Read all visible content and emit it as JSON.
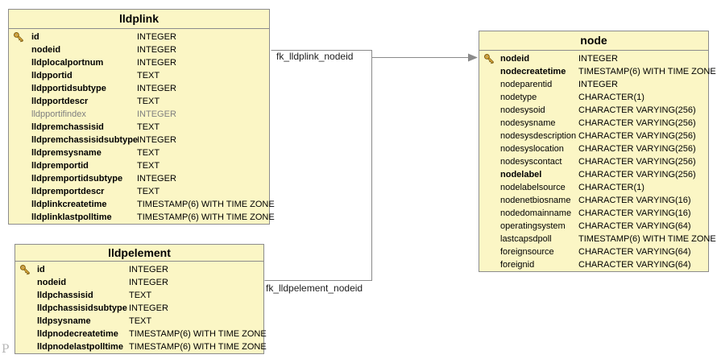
{
  "diagram": {
    "type": "entity-relationship",
    "background_color": "#ffffff",
    "table_fill_color": "#fbf6c5",
    "table_border_color": "#8c8c8c",
    "relationship_line_color": "#8a8a8a",
    "muted_text_color": "#7f7f7f",
    "key_icon_color": "#e2ae3c",
    "watermark_text": "P"
  },
  "relationships": [
    {
      "label": "fk_lldplink_nodeid",
      "from_table": "lldplink",
      "from_column": "nodeid",
      "to_table": "node",
      "to_column": "nodeid"
    },
    {
      "label": "fk_lldpelement_nodeid",
      "from_table": "lldpelement",
      "from_column": "nodeid",
      "to_table": "node",
      "to_column": "nodeid"
    }
  ],
  "tables": [
    {
      "id": "lldplink",
      "title": "lldplink",
      "columns": [
        {
          "name": "id",
          "type": "INTEGER",
          "key": true,
          "style": "bold"
        },
        {
          "name": "nodeid",
          "type": "INTEGER",
          "key": false,
          "style": "bold"
        },
        {
          "name": "lldplocalportnum",
          "type": "INTEGER",
          "key": false,
          "style": "bold"
        },
        {
          "name": "lldpportid",
          "type": "TEXT",
          "key": false,
          "style": "bold"
        },
        {
          "name": "lldpportidsubtype",
          "type": "INTEGER",
          "key": false,
          "style": "bold"
        },
        {
          "name": "lldpportdescr",
          "type": "TEXT",
          "key": false,
          "style": "bold"
        },
        {
          "name": "lldpportifindex",
          "type": "INTEGER",
          "key": false,
          "style": "muted"
        },
        {
          "name": "lldpremchassisid",
          "type": "TEXT",
          "key": false,
          "style": "bold"
        },
        {
          "name": "lldpremchassisidsubtype",
          "type": "INTEGER",
          "key": false,
          "style": "bold"
        },
        {
          "name": "lldpremsysname",
          "type": "TEXT",
          "key": false,
          "style": "bold"
        },
        {
          "name": "lldpremportid",
          "type": "TEXT",
          "key": false,
          "style": "bold"
        },
        {
          "name": "lldpremportidsubtype",
          "type": "INTEGER",
          "key": false,
          "style": "bold"
        },
        {
          "name": "lldpremportdescr",
          "type": "TEXT",
          "key": false,
          "style": "bold"
        },
        {
          "name": "lldplinkcreatetime",
          "type": "TIMESTAMP(6) WITH TIME ZONE",
          "key": false,
          "style": "bold"
        },
        {
          "name": "lldplinklastpolltime",
          "type": "TIMESTAMP(6) WITH TIME ZONE",
          "key": false,
          "style": "bold"
        }
      ]
    },
    {
      "id": "lldpelement",
      "title": "lldpelement",
      "columns": [
        {
          "name": "id",
          "type": "INTEGER",
          "key": true,
          "style": "bold"
        },
        {
          "name": "nodeid",
          "type": "INTEGER",
          "key": false,
          "style": "bold"
        },
        {
          "name": "lldpchassisid",
          "type": "TEXT",
          "key": false,
          "style": "bold"
        },
        {
          "name": "lldpchassisidsubtype",
          "type": "INTEGER",
          "key": false,
          "style": "bold"
        },
        {
          "name": "lldpsysname",
          "type": "TEXT",
          "key": false,
          "style": "bold"
        },
        {
          "name": "lldpnodecreatetime",
          "type": "TIMESTAMP(6) WITH TIME ZONE",
          "key": false,
          "style": "bold"
        },
        {
          "name": "lldpnodelastpolltime",
          "type": "TIMESTAMP(6) WITH TIME ZONE",
          "key": false,
          "style": "bold"
        }
      ]
    },
    {
      "id": "node",
      "title": "node",
      "columns": [
        {
          "name": "nodeid",
          "type": "INTEGER",
          "key": true,
          "style": "bold"
        },
        {
          "name": "nodecreatetime",
          "type": "TIMESTAMP(6) WITH TIME ZONE",
          "key": false,
          "style": "bold"
        },
        {
          "name": "nodeparentid",
          "type": "INTEGER",
          "key": false,
          "style": "regular"
        },
        {
          "name": "nodetype",
          "type": "CHARACTER(1)",
          "key": false,
          "style": "regular"
        },
        {
          "name": "nodesysoid",
          "type": "CHARACTER VARYING(256)",
          "key": false,
          "style": "regular"
        },
        {
          "name": "nodesysname",
          "type": "CHARACTER VARYING(256)",
          "key": false,
          "style": "regular"
        },
        {
          "name": "nodesysdescription",
          "type": "CHARACTER VARYING(256)",
          "key": false,
          "style": "regular"
        },
        {
          "name": "nodesyslocation",
          "type": "CHARACTER VARYING(256)",
          "key": false,
          "style": "regular"
        },
        {
          "name": "nodesyscontact",
          "type": "CHARACTER VARYING(256)",
          "key": false,
          "style": "regular"
        },
        {
          "name": "nodelabel",
          "type": "CHARACTER VARYING(256)",
          "key": false,
          "style": "bold"
        },
        {
          "name": "nodelabelsource",
          "type": "CHARACTER(1)",
          "key": false,
          "style": "regular"
        },
        {
          "name": "nodenetbiosname",
          "type": "CHARACTER VARYING(16)",
          "key": false,
          "style": "regular"
        },
        {
          "name": "nodedomainname",
          "type": "CHARACTER VARYING(16)",
          "key": false,
          "style": "regular"
        },
        {
          "name": "operatingsystem",
          "type": "CHARACTER VARYING(64)",
          "key": false,
          "style": "regular"
        },
        {
          "name": "lastcapsdpoll",
          "type": "TIMESTAMP(6) WITH TIME ZONE",
          "key": false,
          "style": "regular"
        },
        {
          "name": "foreignsource",
          "type": "CHARACTER VARYING(64)",
          "key": false,
          "style": "regular"
        },
        {
          "name": "foreignid",
          "type": "CHARACTER VARYING(64)",
          "key": false,
          "style": "regular"
        }
      ]
    }
  ]
}
